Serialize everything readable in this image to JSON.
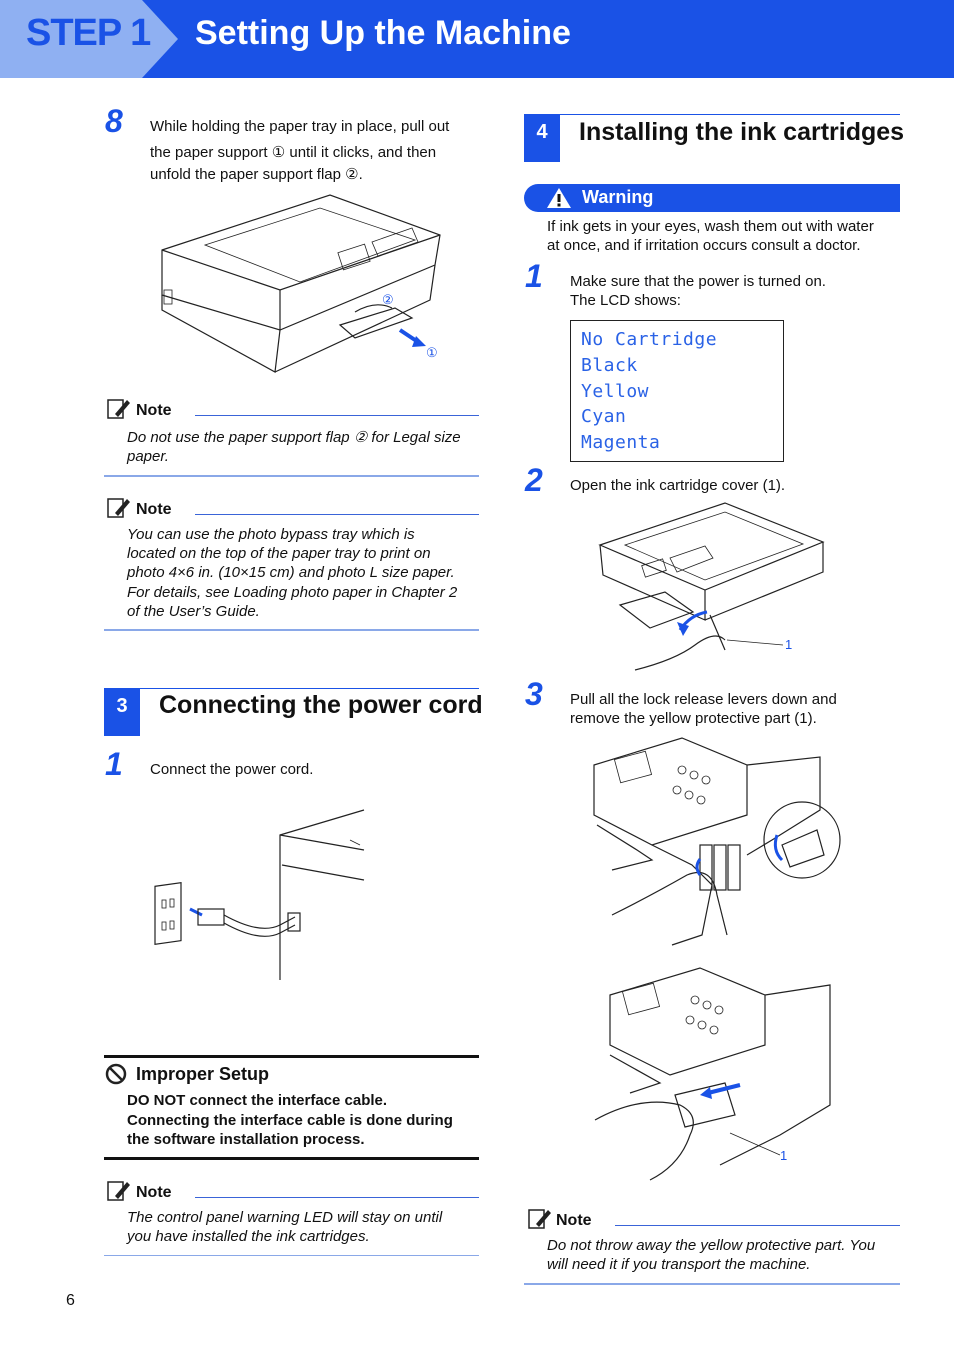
{
  "header": {
    "step_label": "STEP 1",
    "title": "Setting Up the Machine"
  },
  "left": {
    "step8": {
      "number": "8",
      "line1": "While holding the paper tray in place, pull out",
      "line2": "the paper support ① until it clicks, and then",
      "line3": "unfold the paper support flap ②.",
      "callout1": "①",
      "callout2": "②"
    },
    "note1": {
      "heading": "Note",
      "line1": "Do not use the paper support flap ② for Legal size",
      "line2": "paper."
    },
    "note2": {
      "heading": "Note",
      "lines": [
        "You can use the photo bypass tray which is",
        "located on the top of the paper tray to print on",
        "photo 4×6 in. (10×15 cm) and photo L size paper.",
        "For details, see Loading photo paper in Chapter 2",
        "of the User’s Guide."
      ]
    },
    "section3": {
      "number": "3",
      "title": "Connecting the power cord"
    },
    "step1": {
      "number": "1",
      "text": "Connect the power cord."
    },
    "improper": {
      "heading": "Improper Setup",
      "lines": [
        "DO NOT connect the interface cable.",
        "Connecting the interface cable is done during",
        "the software installation process."
      ]
    },
    "note3": {
      "heading": "Note",
      "line1": "The control panel warning LED will stay on until",
      "line2": "you have installed the ink cartridges."
    }
  },
  "right": {
    "section4": {
      "number": "4",
      "title": "Installing the ink cartridges"
    },
    "warning": {
      "heading": "Warning",
      "line1": "If ink gets in your eyes, wash them out with water",
      "line2": "at once, and if irritation occurs consult a doctor."
    },
    "step1": {
      "number": "1",
      "line1": "Make sure that the power is turned on.",
      "line2": "The LCD shows:"
    },
    "lcd": [
      "No Cartridge",
      "Black",
      "Yellow",
      "Cyan",
      "Magenta"
    ],
    "step2": {
      "number": "2",
      "text": "Open the ink cartridge cover (1).",
      "callout": "1"
    },
    "step3": {
      "number": "3",
      "line1": "Pull all the lock release levers down and",
      "line2": "remove the yellow protective part (1).",
      "callout": "1"
    },
    "note4": {
      "heading": "Note",
      "line1": "Do not throw away the yellow protective part. You",
      "line2": "will need it if you transport the machine."
    }
  },
  "footer": {
    "page_number": "6"
  },
  "colors": {
    "brand_blue": "#1a52e6",
    "lcd_text": "#2a62e6"
  }
}
